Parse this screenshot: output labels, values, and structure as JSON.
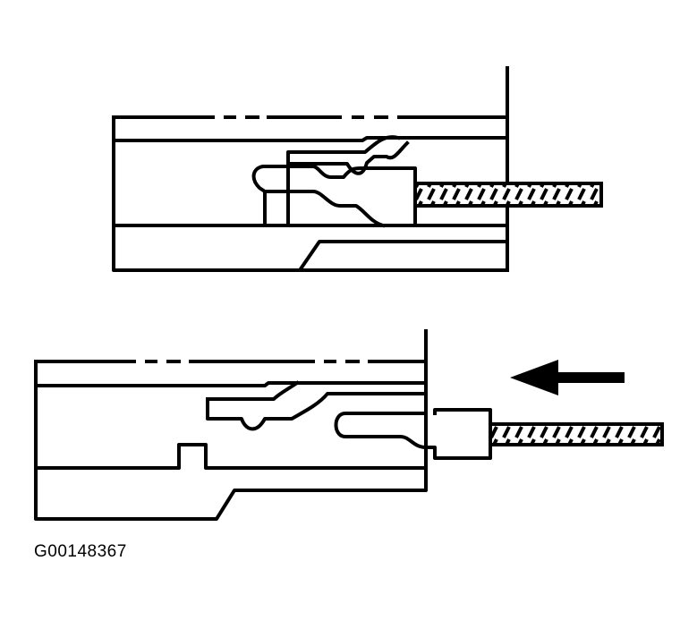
{
  "figure": {
    "caption": "G00148367",
    "ink_color": "#000000",
    "background_color": "#ffffff"
  },
  "panels": [
    {
      "name": "top-connector",
      "state": "terminal-seated"
    },
    {
      "name": "bottom-connector",
      "state": "terminal-being-inserted",
      "arrow": "arrow-left-icon"
    }
  ]
}
